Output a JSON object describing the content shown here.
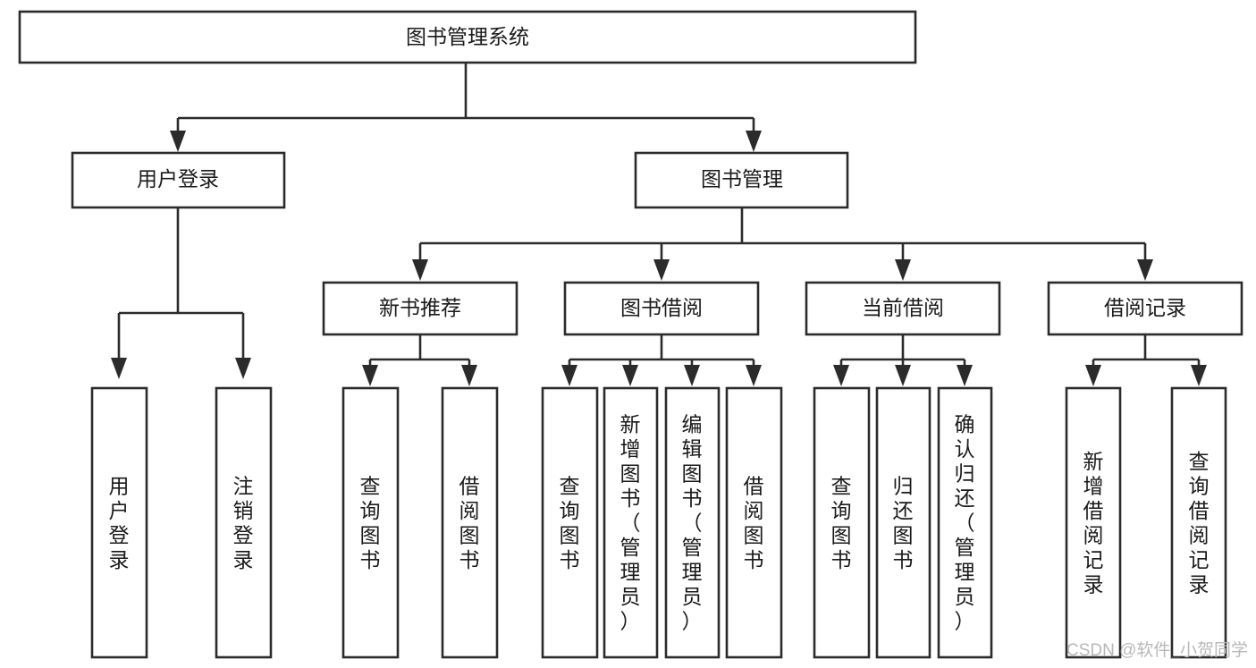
{
  "diagram": {
    "title": "图书管理系统",
    "type": "tree-hierarchy",
    "background_color": "#ffffff",
    "line_color": "#2b2b2b",
    "text_color": "#1a1a1a",
    "root": {
      "id": "root",
      "label": "图书管理系统",
      "orientation": "horizontal"
    },
    "level2": [
      {
        "id": "user-login",
        "label": "用户登录",
        "orientation": "horizontal"
      },
      {
        "id": "book-management",
        "label": "图书管理",
        "orientation": "horizontal"
      }
    ],
    "level3": [
      {
        "id": "new-book-recommend",
        "label": "新书推荐",
        "orientation": "horizontal",
        "parent": "book-management"
      },
      {
        "id": "book-borrow",
        "label": "图书借阅",
        "orientation": "horizontal",
        "parent": "book-management"
      },
      {
        "id": "current-borrow",
        "label": "当前借阅",
        "orientation": "horizontal",
        "parent": "book-management"
      },
      {
        "id": "borrow-record",
        "label": "借阅记录",
        "orientation": "horizontal",
        "parent": "book-management"
      }
    ],
    "leaves": [
      {
        "id": "leaf-user-login",
        "label": "用户登录",
        "orientation": "vertical",
        "parent": "user-login"
      },
      {
        "id": "leaf-user-logout",
        "label": "注销登录",
        "orientation": "vertical",
        "parent": "user-login"
      },
      {
        "id": "leaf-query-book-1",
        "label": "查询图书",
        "orientation": "vertical",
        "parent": "new-book-recommend"
      },
      {
        "id": "leaf-borrow-book-1",
        "label": "借阅图书",
        "orientation": "vertical",
        "parent": "new-book-recommend"
      },
      {
        "id": "leaf-query-book-2",
        "label": "查询图书",
        "orientation": "vertical",
        "parent": "book-borrow"
      },
      {
        "id": "leaf-add-book",
        "label": "新增图书（管理员）",
        "orientation": "vertical",
        "parent": "book-borrow"
      },
      {
        "id": "leaf-edit-book",
        "label": "编辑图书（管理员）",
        "orientation": "vertical",
        "parent": "book-borrow"
      },
      {
        "id": "leaf-borrow-book-2",
        "label": "借阅图书",
        "orientation": "vertical",
        "parent": "book-borrow"
      },
      {
        "id": "leaf-query-book-3",
        "label": "查询图书",
        "orientation": "vertical",
        "parent": "current-borrow"
      },
      {
        "id": "leaf-return-book",
        "label": "归还图书",
        "orientation": "vertical",
        "parent": "current-borrow"
      },
      {
        "id": "leaf-confirm-return",
        "label": "确认归还（管理员）",
        "orientation": "vertical",
        "parent": "current-borrow"
      },
      {
        "id": "leaf-add-record",
        "label": "新增借阅记录",
        "orientation": "vertical",
        "parent": "borrow-record"
      },
      {
        "id": "leaf-query-record",
        "label": "查询借阅记录",
        "orientation": "vertical",
        "parent": "borrow-record"
      }
    ]
  },
  "watermark": {
    "text": "CSDN @软件_小贺同学",
    "color": "#b8b8b8"
  }
}
